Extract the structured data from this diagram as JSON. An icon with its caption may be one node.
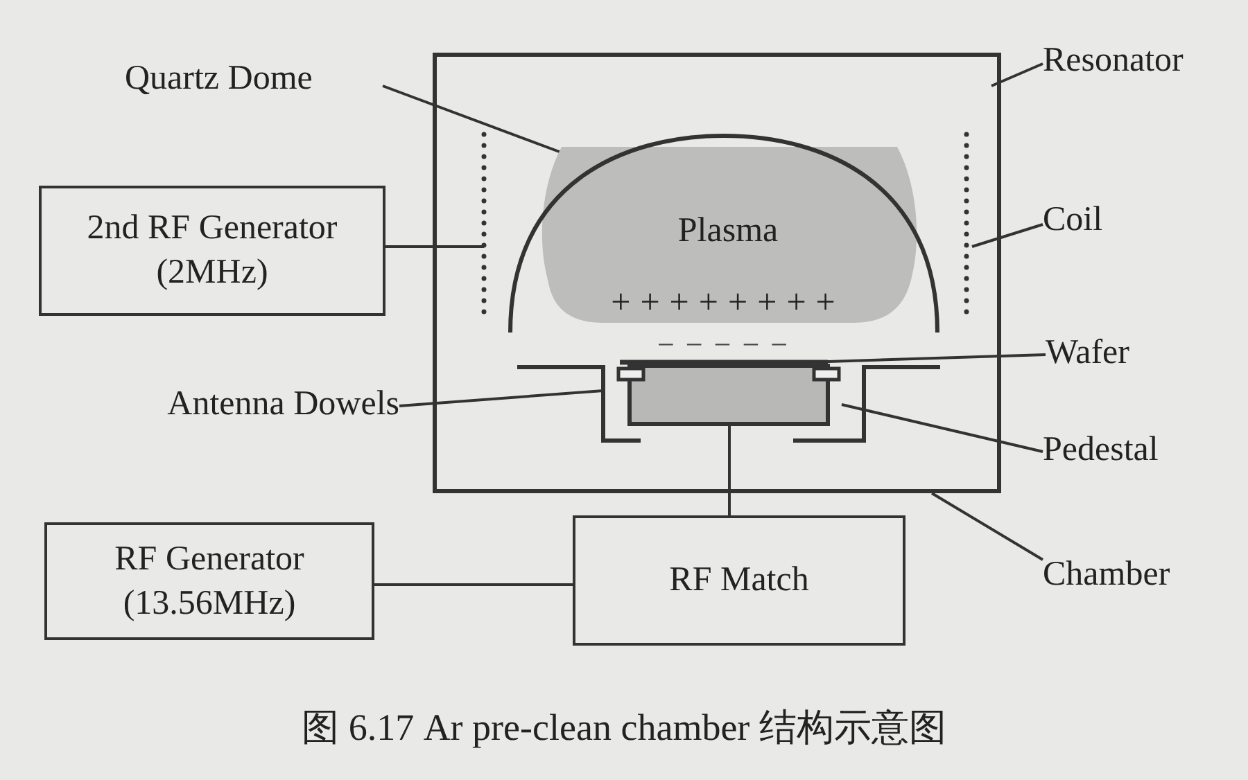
{
  "diagram": {
    "caption": "图 6.17 Ar pre-clean chamber 结构示意图",
    "nodes": [
      {
        "text": [
          "Quartz Dome"
        ]
      },
      {
        "text": [
          "Resonator"
        ]
      },
      {
        "text": [
          "Coil"
        ]
      },
      {
        "text": [
          "Wafer"
        ]
      },
      {
        "text": [
          "Pedestal"
        ]
      },
      {
        "text": [
          "Chamber"
        ]
      },
      {
        "text": [
          "Antenna Dowels"
        ]
      },
      {
        "text": [
          "2nd RF Generator (2MHz)"
        ]
      },
      {
        "text": [
          "RF Generator (13.56MHz)"
        ]
      },
      {
        "text": [
          "RF Match"
        ]
      },
      {
        "text": [],
        "shape": "box"
      },
      {
        "text": [],
        "shape": "arc",
        "in": 10
      },
      {
        "text": [
          "Plasma",
          "++++++++"
        ],
        "in": 11
      },
      {
        "text": [],
        "shape": "line",
        "in": 10
      },
      {
        "text": [],
        "shape": "line",
        "in": 10
      },
      {
        "text": [],
        "shape": "bar",
        "in": 10
      },
      {
        "text": [],
        "shape": "box",
        "in": 10
      },
      {
        "text": [],
        "shape": "bracket",
        "in": 10
      },
      {
        "text": [],
        "shape": "bracket",
        "in": 10
      }
    ],
    "edges": [
      {
        "from": 0,
        "to": 11,
        "arrow": "none"
      },
      {
        "from": 1,
        "to": 10,
        "arrow": "none"
      },
      {
        "from": 2,
        "to": 14,
        "arrow": "none"
      },
      {
        "from": 3,
        "to": 15,
        "arrow": "none"
      },
      {
        "from": 4,
        "to": 16,
        "arrow": "none"
      },
      {
        "from": 5,
        "to": 10,
        "arrow": "none"
      },
      {
        "from": 6,
        "to": 17,
        "arrow": "none"
      },
      {
        "from": 7,
        "to": 13,
        "arrow": "none"
      },
      {
        "from": 16,
        "to": 9,
        "arrow": "none"
      },
      {
        "from": 8,
        "to": 9,
        "arrow": "none"
      }
    ],
    "labels": [
      "−−−−−"
    ]
  }
}
